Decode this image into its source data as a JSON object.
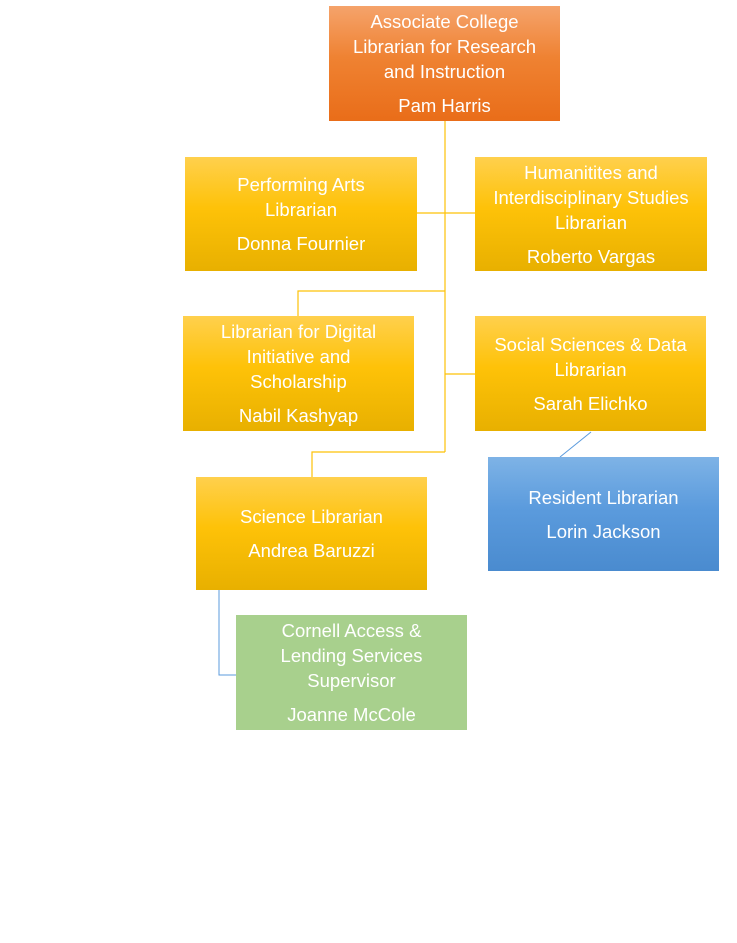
{
  "chart": {
    "nodes": [
      {
        "id": "head",
        "title": "Associate College Librarian for Research and Instruction",
        "person": "Pam Harris",
        "color": "orange"
      },
      {
        "id": "performing-arts",
        "title": "Performing Arts Librarian",
        "person": "Donna Fournier",
        "color": "gold"
      },
      {
        "id": "humanities",
        "title": "Humanitites and Interdisciplinary Studies Librarian",
        "person": "Roberto Vargas",
        "color": "gold"
      },
      {
        "id": "digital",
        "title": "Librarian for Digital Initiative and Scholarship",
        "person": "Nabil Kashyap",
        "color": "gold"
      },
      {
        "id": "social-sciences",
        "title": "Social Sciences & Data Librarian",
        "person": "Sarah Elichko",
        "color": "gold"
      },
      {
        "id": "resident",
        "title": "Resident Librarian",
        "person": "Lorin Jackson",
        "color": "blue"
      },
      {
        "id": "science",
        "title": "Science Librarian",
        "person": "Andrea Baruzzi",
        "color": "gold"
      },
      {
        "id": "cornell",
        "title": "Cornell Access & Lending Services Supervisor",
        "person": "Joanne McCole",
        "color": "green"
      }
    ]
  }
}
